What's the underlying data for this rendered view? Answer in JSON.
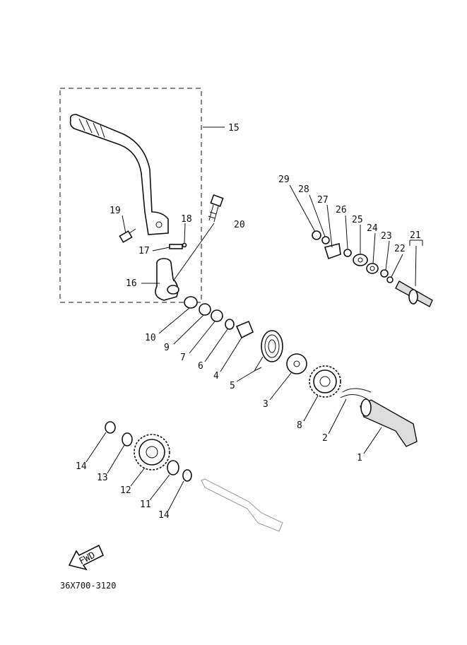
{
  "diagram": {
    "code": "36X700-3120",
    "fwd_label": "FWD",
    "labels": {
      "p15": "15",
      "p19": "19",
      "p18": "18",
      "p20": "20",
      "p17": "17",
      "p16": "16",
      "p29": "29",
      "p28": "28",
      "p27": "27",
      "p26": "26",
      "p25": "25",
      "p24": "24",
      "p23": "23",
      "p21": "21",
      "p22": "22",
      "p10": "10",
      "p9": "9",
      "p7": "7",
      "p6": "6",
      "p4": "4",
      "p5": "5",
      "p3": "3",
      "p8": "8",
      "p2": "2",
      "p1": "1",
      "p14a": "14",
      "p13": "13",
      "p12": "12",
      "p11": "11",
      "p14b": "14"
    }
  }
}
